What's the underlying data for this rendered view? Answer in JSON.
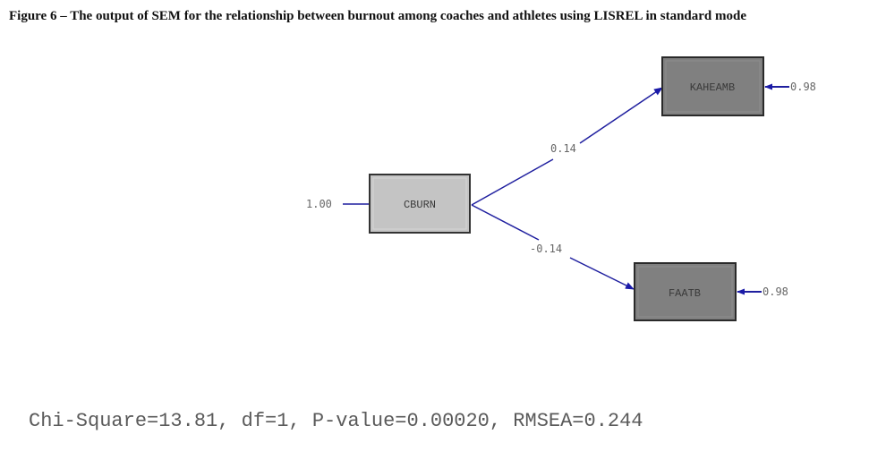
{
  "figure": {
    "caption": "Figure 6 – The output of SEM for the relationship between burnout among coaches and athletes using LISREL in standard mode"
  },
  "diagram": {
    "nodes": [
      {
        "id": "cburn",
        "label": "CBURN",
        "role": "exogenous",
        "fill": "#c4c4c4",
        "variance_label": "1.00"
      },
      {
        "id": "kaheamb",
        "label": "KAHEAMB",
        "role": "endogenous",
        "fill": "#808080",
        "error_label": "0.98"
      },
      {
        "id": "faatb",
        "label": "FAATB",
        "role": "endogenous",
        "fill": "#808080",
        "error_label": "0.98"
      }
    ],
    "paths": [
      {
        "from": "CBURN",
        "to": "KAHEAMB",
        "coefficient": "0.14"
      },
      {
        "from": "CBURN",
        "to": "FAATB",
        "coefficient": "-0.14"
      }
    ],
    "path_color": "#1f1f9f",
    "arrow_color": "#1a1aa8"
  },
  "fit_statistics": {
    "text": "Chi-Square=13.81, df=1, P-value=0.00020, RMSEA=0.244",
    "chi_square": 13.81,
    "df": 1,
    "p_value": 0.0002,
    "rmsea": 0.244
  }
}
